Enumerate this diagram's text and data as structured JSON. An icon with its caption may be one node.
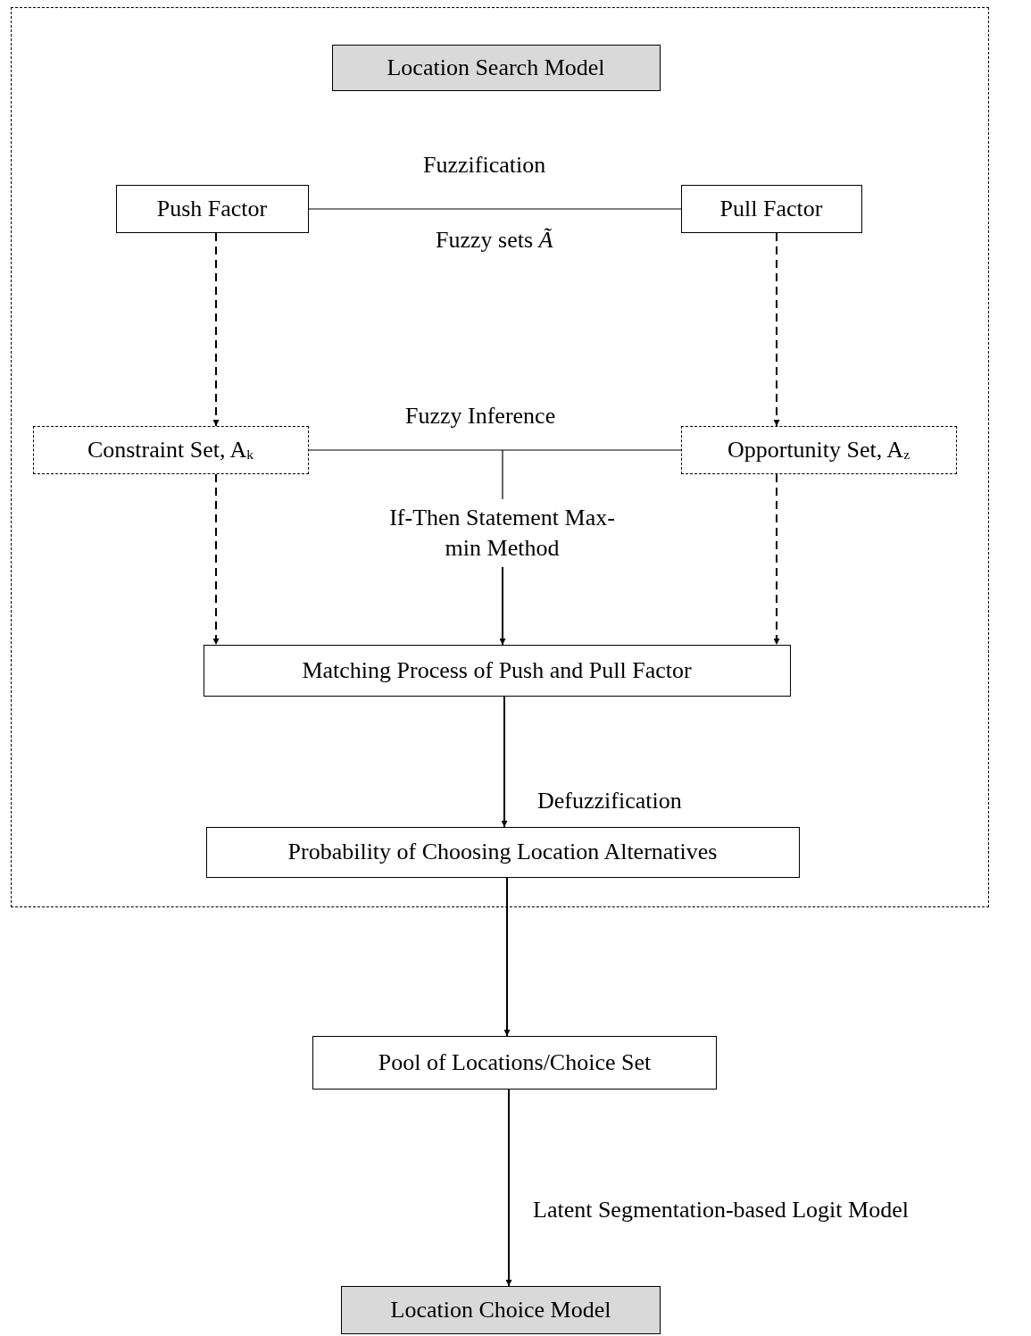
{
  "diagram": {
    "nodes": [
      {
        "text": [],
        "shape": "box"
      },
      {
        "text": [
          "Location Search Model"
        ],
        "in": 0
      },
      {
        "text": [
          "Push Factor"
        ],
        "in": 0
      },
      {
        "text": [
          "Pull Factor"
        ],
        "in": 0
      },
      {
        "text": [
          "Constraint Set, A$_{k}$"
        ],
        "in": 0
      },
      {
        "text": [
          "Opportunity Set, A$_{z}$"
        ],
        "in": 0
      },
      {
        "text": [
          "If-Then Statement Max-min Method"
        ],
        "in": 0
      },
      {
        "text": [
          "Matching Process of Push and Pull Factor"
        ],
        "in": 0
      },
      {
        "text": [
          "Probability of Choosing Location Alternatives"
        ],
        "in": 0
      },
      {
        "text": [
          "Pool of Locations/Choice Set"
        ]
      },
      {
        "text": [
          "Location Choice Model"
        ]
      }
    ],
    "edges": [
      {
        "from": 2,
        "to": 3,
        "arrow": "none",
        "label": "Fuzzification"
      },
      {
        "from": 2,
        "to": 4,
        "arrow": "to",
        "style": "dashed"
      },
      {
        "from": 3,
        "to": 5,
        "arrow": "to",
        "style": "dashed"
      },
      {
        "from": 4,
        "to": 5,
        "arrow": "none",
        "label": "Fuzzy Inference"
      },
      {
        "from": null,
        "to": 6,
        "arrow": "none"
      },
      {
        "from": 4,
        "to": 7,
        "arrow": "to",
        "style": "dashed"
      },
      {
        "from": 6,
        "to": 7,
        "arrow": "to"
      },
      {
        "from": 5,
        "to": 7,
        "arrow": "to",
        "style": "dashed"
      },
      {
        "from": 7,
        "to": 8,
        "arrow": "to",
        "label": "Defuzzification"
      },
      {
        "from": 8,
        "to": 9,
        "arrow": "to"
      },
      {
        "from": 9,
        "to": 10,
        "arrow": "to",
        "label": "Latent Segmentation-based Logit Model"
      }
    ],
    "labels": [
      "Fuzzy sets *Ã*"
    ]
  }
}
